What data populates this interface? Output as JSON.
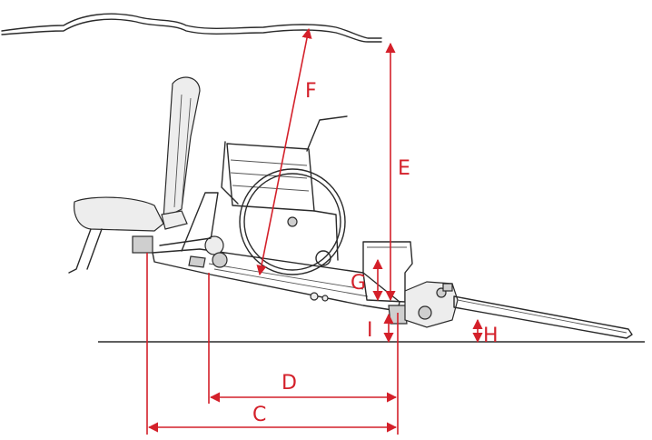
{
  "colors": {
    "dimension": "#d4202a",
    "drawing": "#2a2a2a"
  },
  "dimensions": {
    "c": "C",
    "d": "D",
    "e": "E",
    "f": "F",
    "g": "G",
    "h": "H",
    "i": "I"
  }
}
